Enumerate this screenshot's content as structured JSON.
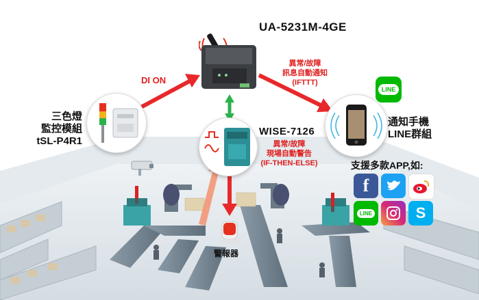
{
  "main_device": {
    "name": "UA-5231M-4GE",
    "label_lines": [
      "異常/故障",
      "訊息自動通知",
      "(IFTTT)"
    ]
  },
  "di_on": "DI ON",
  "tower_light": {
    "lines": [
      "三色燈",
      "監控模組",
      "tSL-P4R1"
    ]
  },
  "wise": {
    "name": "WISE-7126",
    "lines": [
      "異常/故障",
      "現場自動警告",
      "(IF-THEN-ELSE)"
    ]
  },
  "phone": {
    "lines": [
      "通知手機",
      "LINE群組"
    ],
    "line_badge": "LINE"
  },
  "apps": {
    "title": "支援多款APP,如:",
    "icons": [
      "facebook-icon",
      "twitter-icon",
      "weibo-icon",
      "line-icon",
      "instagram-icon",
      "skype-icon"
    ],
    "line_text": "LINE"
  },
  "alarm": "警報器",
  "colors": {
    "arrow_red": "#e8282a",
    "arrow_green": "#2bb24c",
    "line_green": "#00b900",
    "facebook": "#3b5998",
    "twitter": "#1da1f2",
    "skype": "#00aff0"
  }
}
